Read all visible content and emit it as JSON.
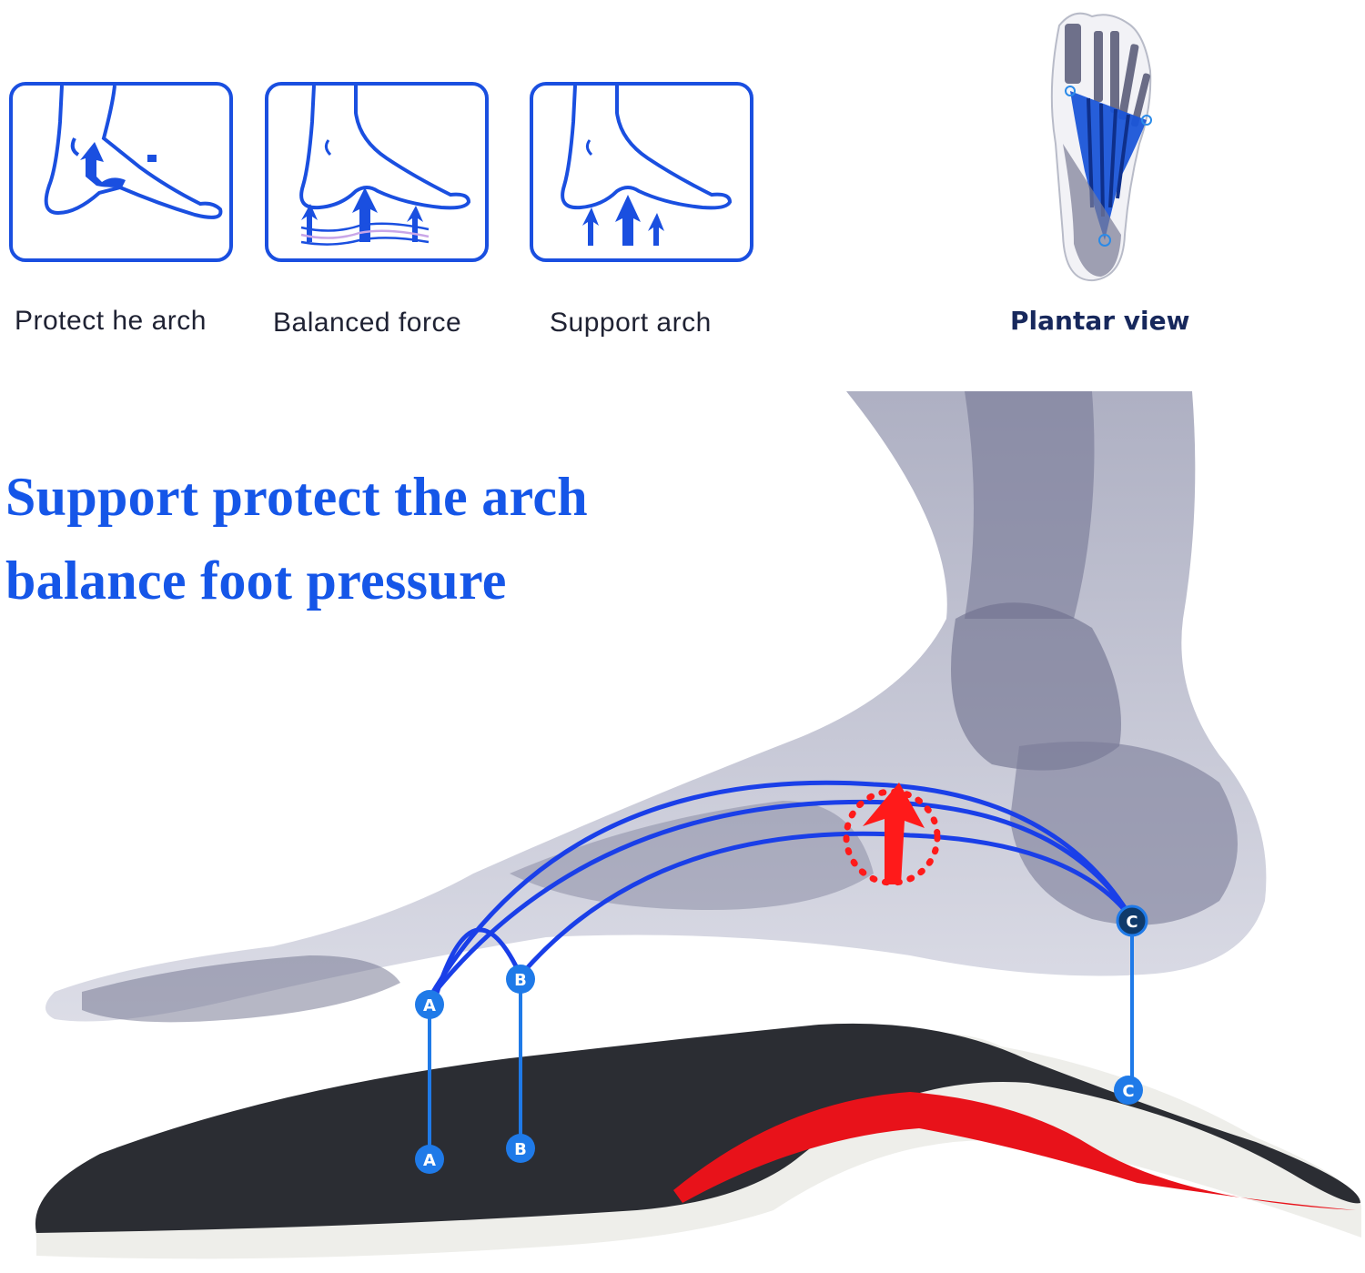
{
  "benefits": [
    {
      "id": "protect",
      "label": "Protect he arch",
      "icon": "foot-arch-protect-icon"
    },
    {
      "id": "balanced",
      "label": "Balanced force",
      "icon": "foot-balanced-force-icon"
    },
    {
      "id": "support",
      "label": "Support arch",
      "icon": "foot-arch-support-icon"
    }
  ],
  "plantar": {
    "label": "Plantar view",
    "icon": "plantar-foot-xray-icon"
  },
  "headline": {
    "line1": "Support protect the arch",
    "line2": "balance foot pressure"
  },
  "diagram": {
    "foot_markers": [
      "A",
      "B",
      "C"
    ],
    "insole_markers": [
      "A",
      "B",
      "C"
    ],
    "arch_arrow": "red-up-arrow",
    "colors": {
      "accent_blue": "#1a4fe0",
      "marker_blue": "#1f7ae8",
      "arrow_red": "#ff1a1a",
      "insole_top": "#2b2d33",
      "insole_foam": "#eeeeea",
      "insole_red": "#e8121a"
    }
  }
}
